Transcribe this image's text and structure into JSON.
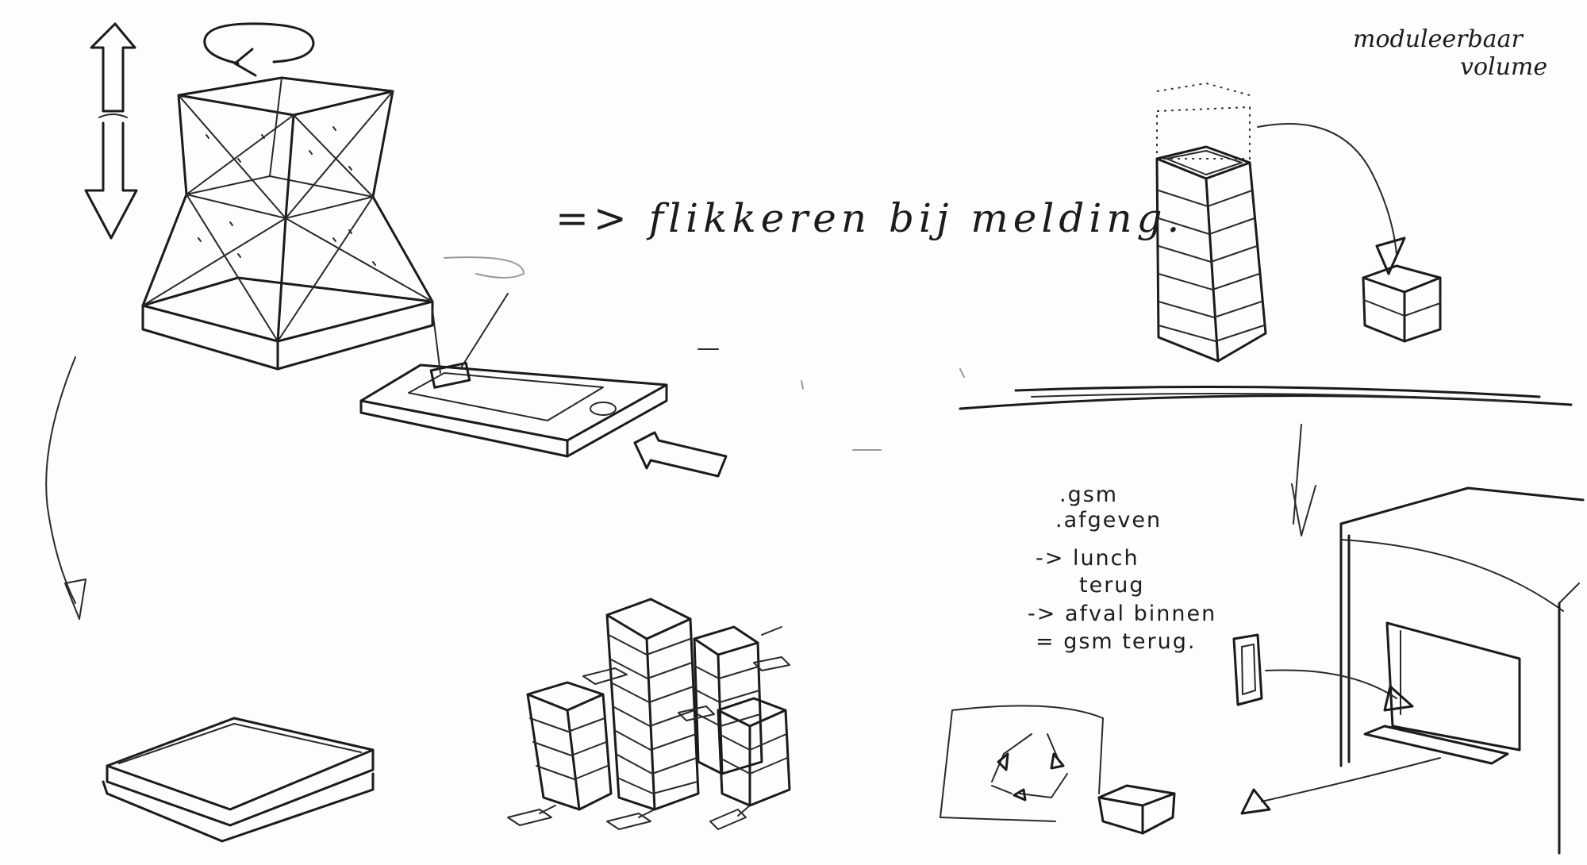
{
  "notes": {
    "modular_line1": "moduleerbaar",
    "modular_line2": "volume",
    "flicker": "=> flikkeren bij melding.",
    "list": [
      ".gsm",
      ".afgeven",
      "-> lunch",
      "terug",
      "-> afval binnen",
      "= gsm terug."
    ]
  },
  "colors": {
    "paper": "#fdfdfb",
    "ink": "#1b1b1b"
  },
  "icons": {
    "rotate": "rotate-arrow-icon",
    "updown": "up-down-arrow-icon",
    "recycle": "recycle-icon"
  }
}
